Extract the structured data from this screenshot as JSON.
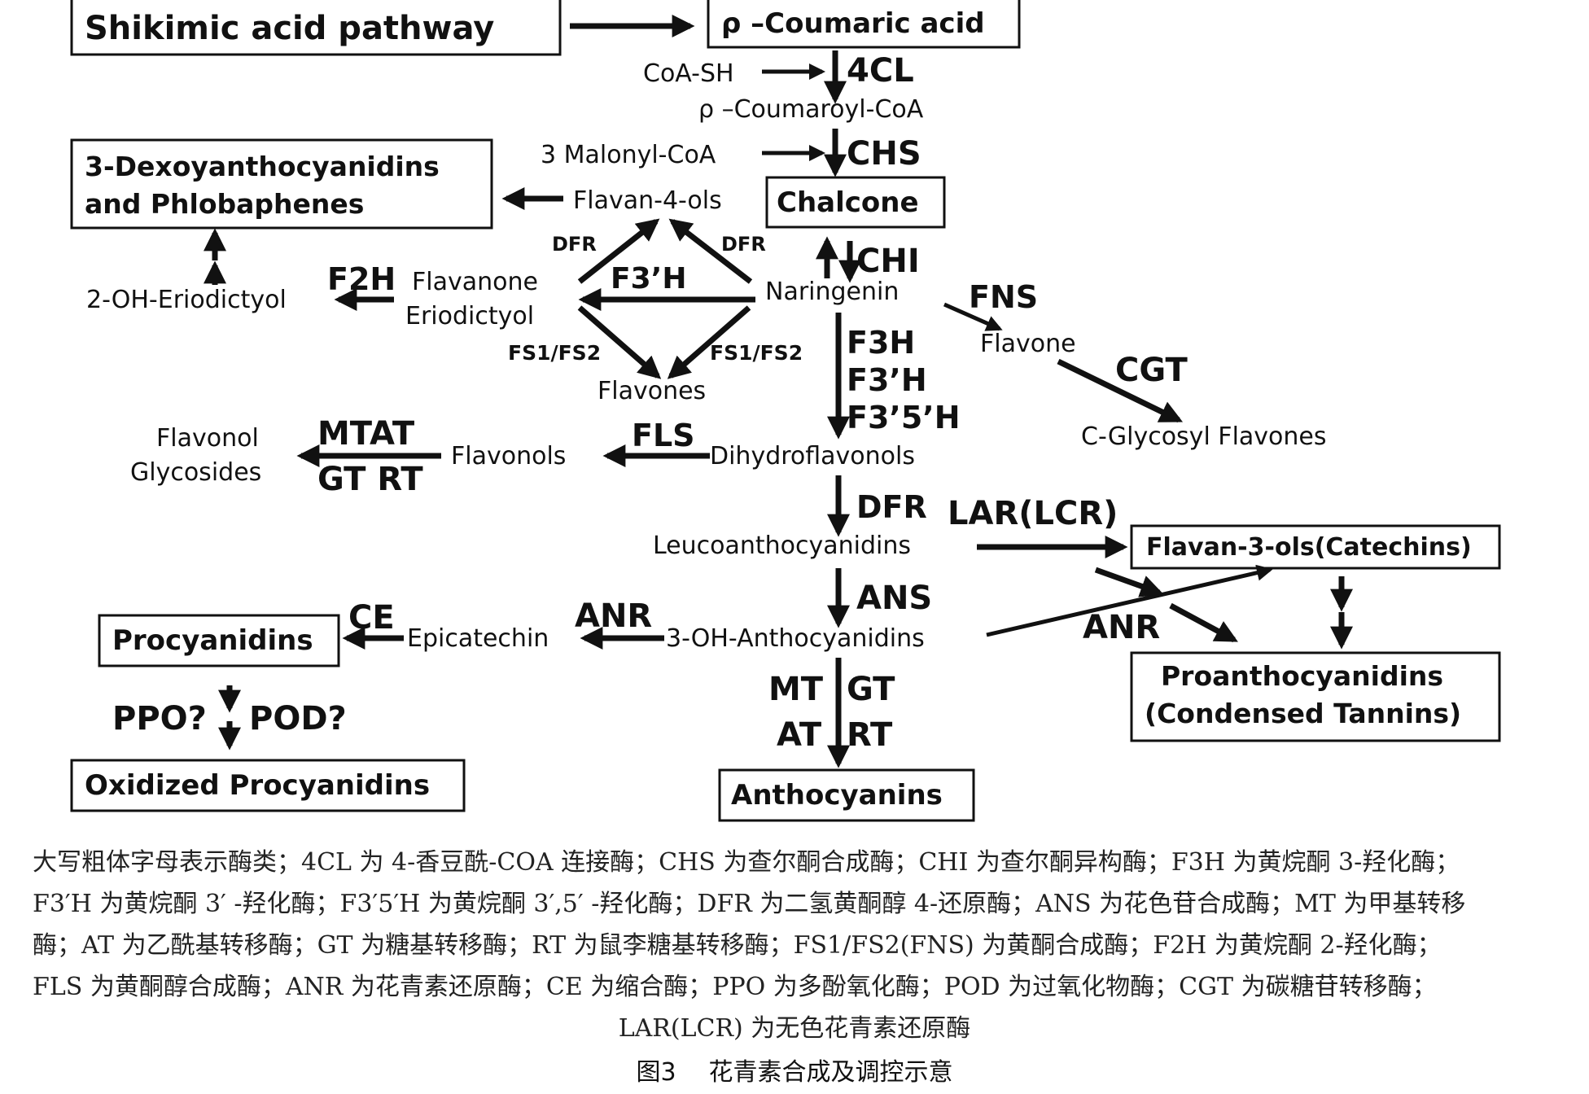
{
  "nodes": {
    "shikimic": "Shikimic acid  pathway",
    "coumaric": "ρ –Coumaric acid",
    "coash": "CoA-SH",
    "coumaroyl": "ρ –Coumaroyl-CoA",
    "malonyl": "3 Malonyl-CoA",
    "chalcone": "Chalcone",
    "dexoy_line1": "3-Dexoyanthocyanidins",
    "dexoy_line2": "and Phlobaphenes",
    "flavan4ols": "Flavan-4-ols",
    "naringenin": "Naringenin",
    "flavanone": "Flavanone",
    "eriodictyol": "Eriodictyol",
    "oh_eriodictyol": "2-OH-Eriodictyol",
    "flavones": "Flavones",
    "flavone": "Flavone",
    "c_glycosyl": "C-Glycosyl Flavones",
    "dihydroflavonols": "Dihydroflavonols",
    "flavonols": "Flavonols",
    "flavonol_glyc_line1": "Flavonol",
    "flavonol_glyc_line2": "Glycosides",
    "leucoanthocyanidins": "Leucoanthocyanidins",
    "flavan3ols": "Flavan-3-ols(Catechins)",
    "oh_anthocyanidins": "3-OH-Anthocyanidins",
    "epicatechin": "Epicatechin",
    "procyanidins": "Procyanidins",
    "oxidized_procyanidins": "Oxidized Procyanidins",
    "proanth_line1": "Proanthocyanidins",
    "proanth_line2": "(Condensed Tannins)",
    "anthocyanins": "Anthocyanins"
  },
  "enzymes": {
    "4cl": "4CL",
    "chs": "CHS",
    "chi": "CHI",
    "dfr_left": "DFR",
    "dfr_right": "DFR",
    "f3h_prime_mid": "F3’H",
    "f2h": "F2H",
    "fs_left": "FS1/FS2",
    "fs_right": "FS1/FS2",
    "fns": "FNS",
    "cgt": "CGT",
    "f3h": "F3H",
    "f3h_prime": "F3’H",
    "f35h": "F3’5’H",
    "fls": "FLS",
    "mtat": "MTAT",
    "gtrt": "GT RT",
    "dfr": "DFR",
    "lar": "LAR(LCR)",
    "ans": "ANS",
    "anr_left": "ANR",
    "anr_right": "ANR",
    "ce": "CE",
    "ppo": "PPO?",
    "pod": "POD?",
    "mt": "MT",
    "gt": "GT",
    "at": "AT",
    "rt": "RT"
  },
  "caption": {
    "line1": "大写粗体字母表示酶类；4CL 为 4-香豆酰-COA 连接酶；CHS 为查尔酮合成酶；CHI 为查尔酮异构酶；F3H 为黄烷酮 3-羟化酶；",
    "line2": "F3′H 为黄烷酮 3′ -羟化酶；F3′5′H 为黄烷酮 3′,5′ -羟化酶；DFR 为二氢黄酮醇 4-还原酶；ANS 为花色苷合成酶；MT 为甲基转移",
    "line3": "酶；AT 为乙酰基转移酶；GT 为糖基转移酶；RT 为鼠李糖基转移酶；FS1/FS2(FNS) 为黄酮合成酶；F2H 为黄烷酮 2-羟化酶；",
    "line4": "FLS 为黄酮醇合成酶；ANR 为花青素还原酶；CE 为缩合酶；PPO 为多酚氧化酶；POD 为过氧化物酶；CGT 为碳糖苷转移酶；",
    "line5": "LAR(LCR) 为无色花青素还原酶"
  },
  "figure": {
    "number": "图3",
    "title": "花青素合成及调控示意"
  }
}
